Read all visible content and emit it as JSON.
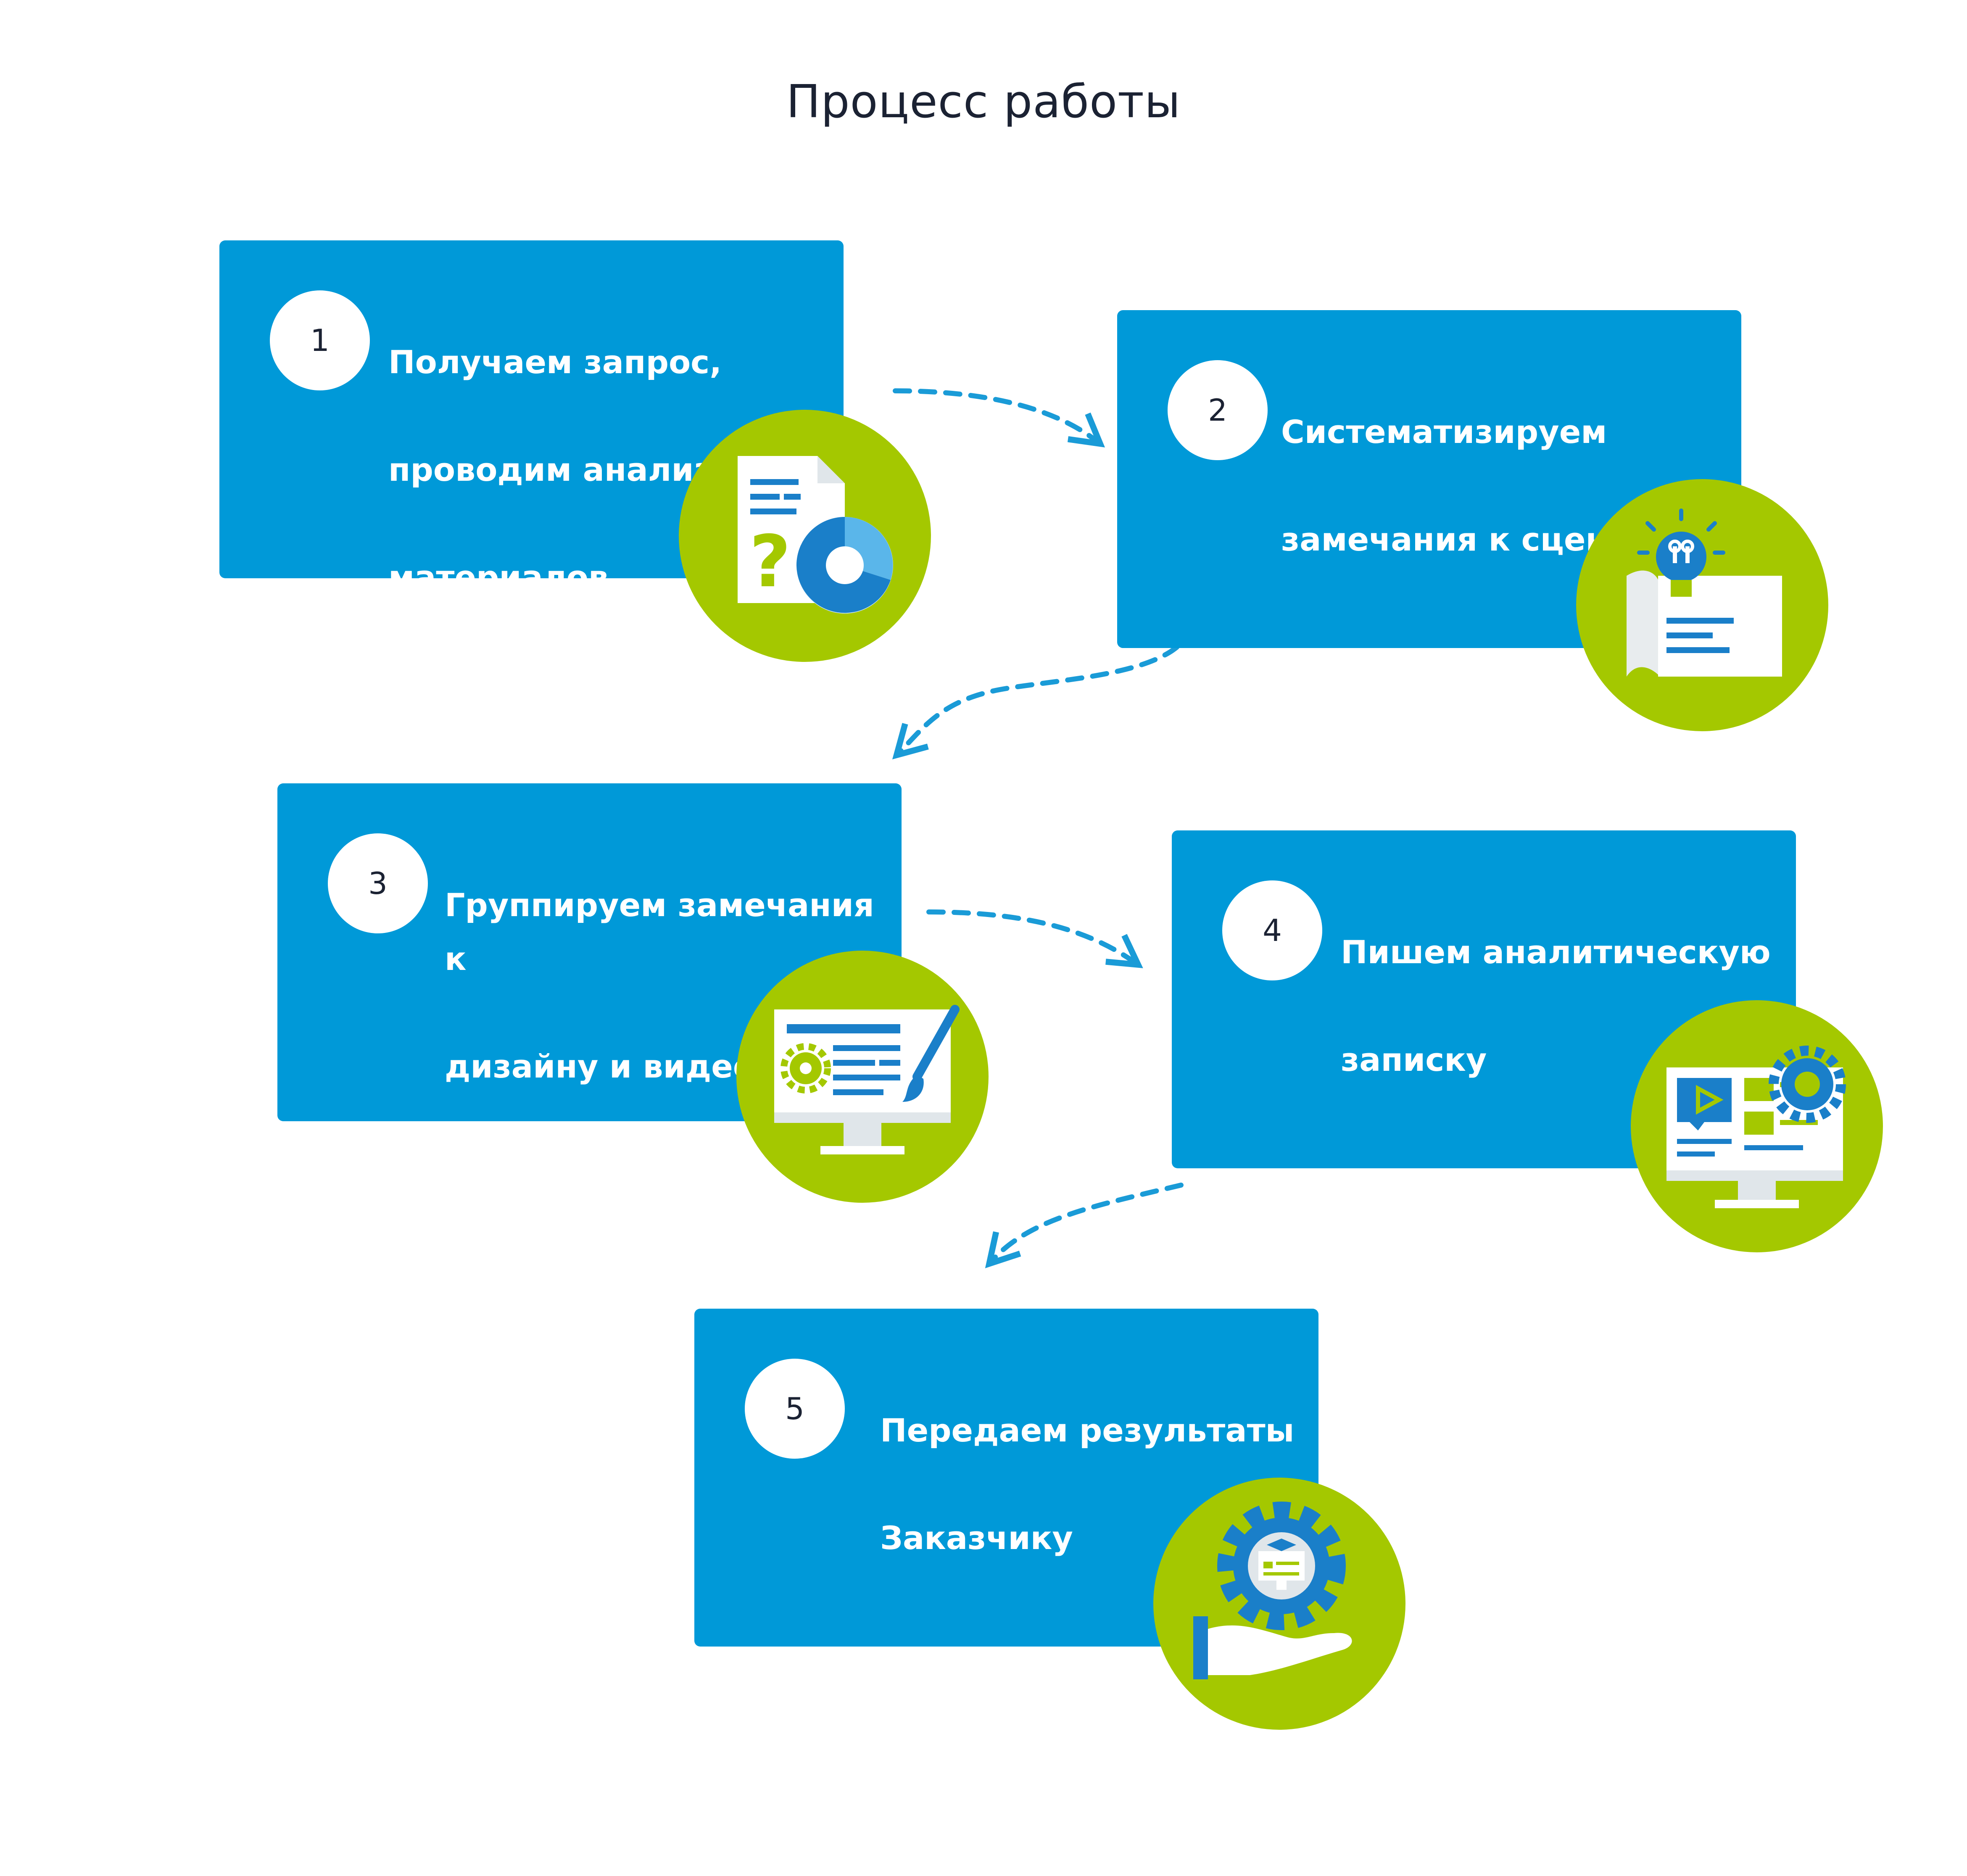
{
  "title": "Процесс работы",
  "colors": {
    "card": "#0099d8",
    "circle": "#a4c800",
    "arrow": "#1a9bd7",
    "title": "#1b2233"
  },
  "steps": [
    {
      "number": "1",
      "lines": [
        "Получаем запрос,",
        "проводим анализ",
        "материалов"
      ],
      "icon": "document-chart-question-icon"
    },
    {
      "number": "2",
      "lines": [
        "Систематизируем",
        "замечания к сценарию"
      ],
      "icon": "lightbulb-scroll-icon"
    },
    {
      "number": "3",
      "lines": [
        "Группируем замечания к",
        "дизайну и видео"
      ],
      "icon": "monitor-brush-gear-icon"
    },
    {
      "number": "4",
      "lines": [
        "Пишем аналитическую",
        "записку"
      ],
      "icon": "monitor-video-gear-icon"
    },
    {
      "number": "5",
      "lines": [
        "Передаем результаты",
        "Заказчику"
      ],
      "icon": "hand-gear-graduation-icon"
    }
  ]
}
